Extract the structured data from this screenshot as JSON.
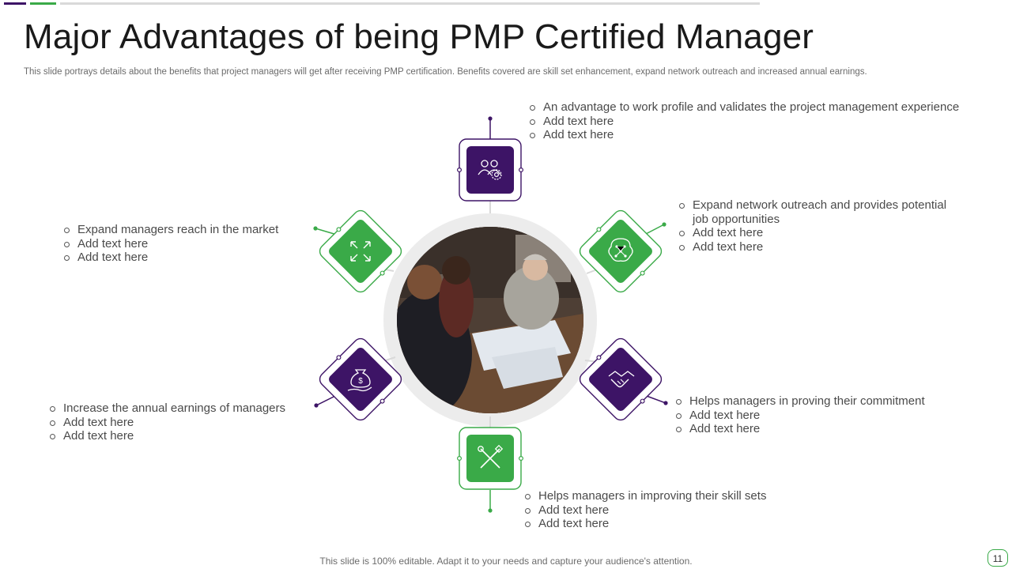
{
  "slide": {
    "title": "Major Advantages of being PMP Certified Manager",
    "subtitle": "This slide portrays details about the benefits that project managers will get after receiving PMP  certification. Benefits covered are skill set enhancement, expand network outreach and increased annual earnings.",
    "footer": "This slide is 100% editable. Adapt it to your needs and capture your audience's attention.",
    "page_number": "11"
  },
  "colors": {
    "purple": "#3d1466",
    "green": "#3aaa48",
    "gray_line": "#d9d9d9"
  },
  "nodes": [
    {
      "id": "top",
      "color": "purple",
      "icon": "people-gear-icon",
      "bullets": [
        "An advantage to work profile and validates the project management experience",
        "Add text here",
        "Add text here"
      ]
    },
    {
      "id": "upper-right",
      "color": "green",
      "icon": "brain-network-icon",
      "bullets": [
        "Expand network outreach and provides potential job opportunities",
        "Add text here",
        "Add text here"
      ]
    },
    {
      "id": "lower-right",
      "color": "purple",
      "icon": "handshake-icon",
      "bullets": [
        "Helps managers in proving their commitment",
        "Add text here",
        "Add text here"
      ]
    },
    {
      "id": "bottom",
      "color": "green",
      "icon": "tools-icon",
      "bullets": [
        "Helps managers in improving their skill sets",
        "Add text here",
        "Add text here"
      ]
    },
    {
      "id": "lower-left",
      "color": "purple",
      "icon": "money-bag-hand-icon",
      "bullets": [
        "Increase the annual earnings of managers",
        "Add text here",
        "Add text here"
      ]
    },
    {
      "id": "upper-left",
      "color": "green",
      "icon": "expand-arrows-icon",
      "bullets": [
        "Expand managers reach in the market",
        "Add text here",
        "Add text here"
      ]
    }
  ]
}
